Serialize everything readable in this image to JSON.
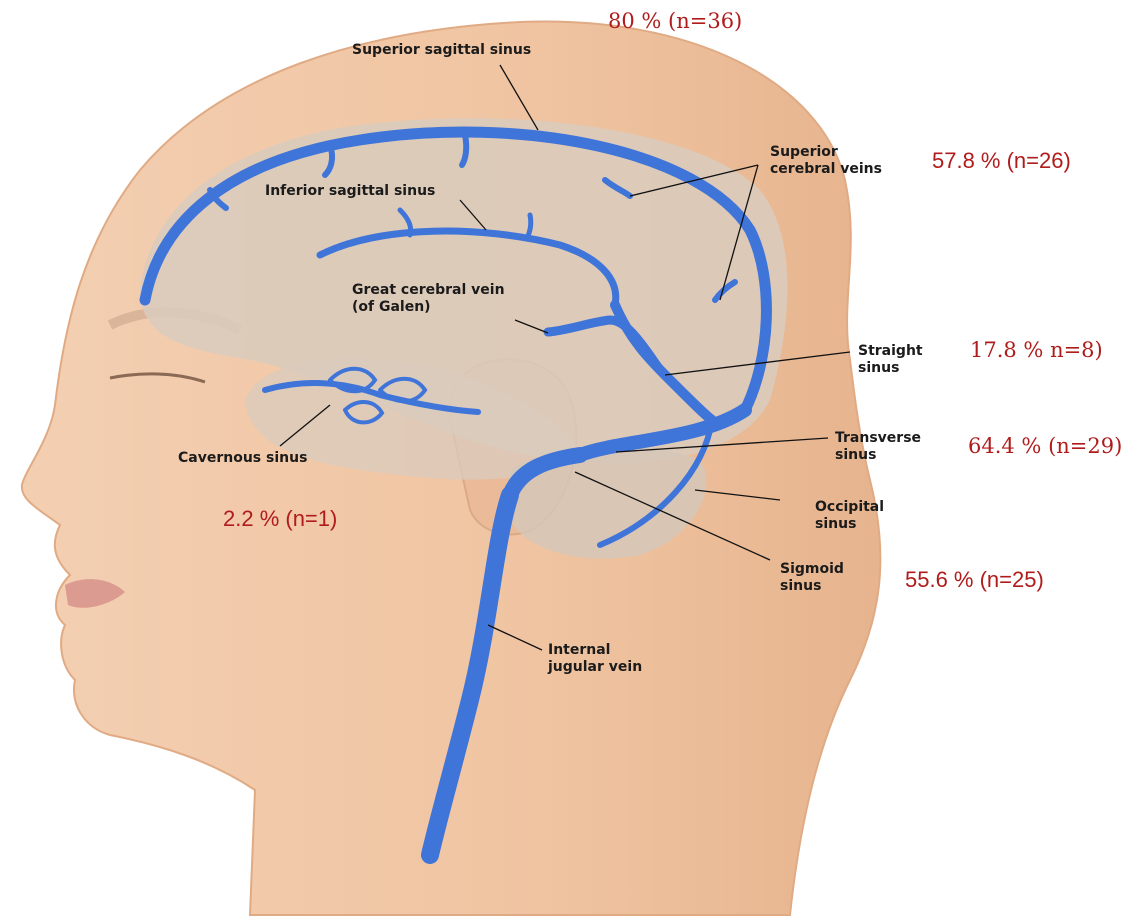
{
  "labels": {
    "superior_sagittal_sinus": "Superior sagittal sinus",
    "superior_cerebral_veins_line1": "Superior",
    "superior_cerebral_veins_line2": "cerebral veins",
    "inferior_sagittal_sinus": "Inferior sagittal sinus",
    "great_cerebral_vein_line1": "Great cerebral vein",
    "great_cerebral_vein_line2": "(of Galen)",
    "straight_sinus_line1": "Straight",
    "straight_sinus_line2": "sinus",
    "cavernous_sinus": "Cavernous sinus",
    "transverse_sinus_line1": "Transverse",
    "transverse_sinus_line2": "sinus",
    "occipital_sinus_line1": "Occipital",
    "occipital_sinus_line2": "sinus",
    "sigmoid_sinus_line1": "Sigmoid",
    "sigmoid_sinus_line2": "sinus",
    "internal_jugular_vein_line1": "Internal",
    "internal_jugular_vein_line2": "jugular vein"
  },
  "percentages": {
    "superior_sagittal_sinus": "80 % (n=36)",
    "superior_cerebral_veins": "57.8 % (n=26)",
    "straight_sinus": "17.8 % n=8)",
    "transverse_sinus": "64.4 % (n=29)",
    "cavernous_sinus": "2.2 % (n=1)",
    "sigmoid_sinus": "55.6 % (n=25)"
  },
  "colors": {
    "vein": "#3f74d9",
    "skin": "#f0c5a4",
    "brain": "#d9cbbd",
    "percent_text": "#b01c1c"
  }
}
